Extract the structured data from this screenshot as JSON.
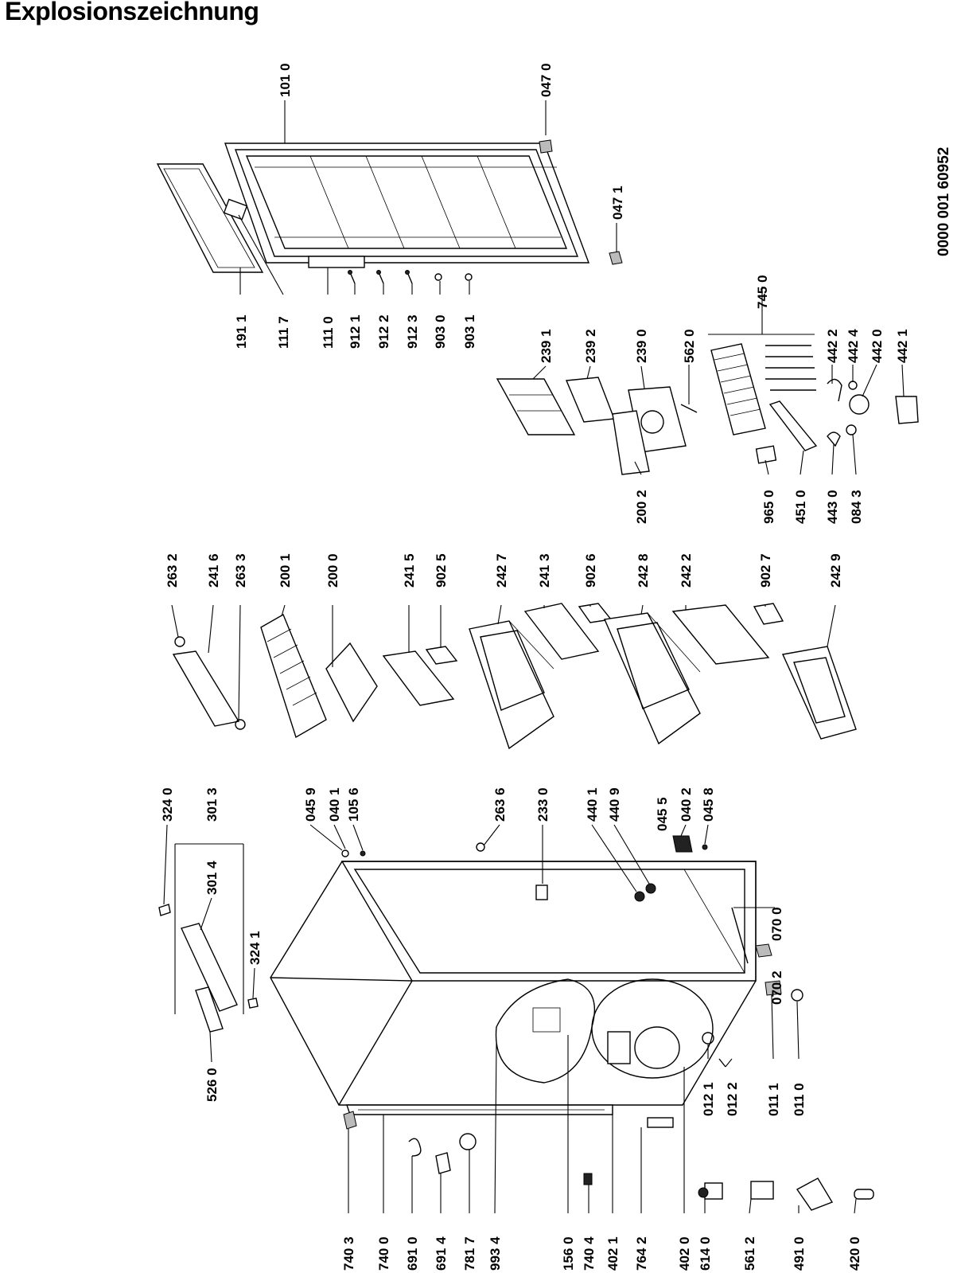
{
  "title": "Explosionszeichnung",
  "document_number": "0000 001 60952",
  "labels": {
    "p1010": "101 0",
    "p0470": "047 0",
    "p0471": "047 1",
    "p1911": "191 1",
    "p1117": "111 7",
    "p1110": "111 0",
    "p9121": "912 1",
    "p9122": "912 2",
    "p9123": "912 3",
    "p9030": "903 0",
    "p9031": "903 1",
    "p2391": "239 1",
    "p2392": "239 2",
    "p2390": "239 0",
    "p5620": "562 0",
    "p7450": "745 0",
    "p4422": "442 2",
    "p4424": "442 4",
    "p4420": "442 0",
    "p4421": "442 1",
    "p2002": "200 2",
    "p9650": "965 0",
    "p4510": "451 0",
    "p4430": "443 0",
    "p0843": "084 3",
    "p2632": "263 2",
    "p2416": "241 6",
    "p2633": "263 3",
    "p2001": "200 1",
    "p2000": "200 0",
    "p2415": "241 5",
    "p9025": "902 5",
    "p2427": "242 7",
    "p2413": "241 3",
    "p9026": "902 6",
    "p2428": "242 8",
    "p2422": "242 2",
    "p9027": "902 7",
    "p2429": "242 9",
    "p3240": "324 0",
    "p3013": "301 3",
    "p3014": "301 4",
    "p3241": "324 1",
    "p5260": "526 0",
    "p0459": "045 9",
    "p0401": "040 1",
    "p1056": "105 6",
    "p2636": "263 6",
    "p2330": "233 0",
    "p4401": "440 1",
    "p4409": "440 9",
    "p0455": "045 5",
    "p0402": "040 2",
    "p0458": "045 8",
    "p0700": "070 0",
    "p0702": "070 2",
    "p0121": "012 1",
    "p0122": "012 2",
    "p0111": "011 1",
    "p0110": "011 0",
    "p7403": "740 3",
    "p7400": "740 0",
    "p6910": "691 0",
    "p6914": "691 4",
    "p7817": "781 7",
    "p9934": "993 4",
    "p1560": "156 0",
    "p7404": "740 4",
    "p4021": "402 1",
    "p7642": "764 2",
    "p4020": "402 0",
    "p6140": "614 0",
    "p5612": "561 2",
    "p4910": "491 0",
    "p4200": "420 0"
  }
}
